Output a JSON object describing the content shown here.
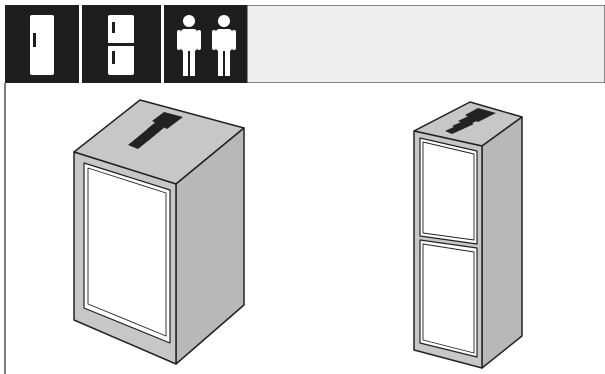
{
  "header": {
    "icons": [
      {
        "name": "single-door-fridge-icon"
      },
      {
        "name": "two-door-fridge-icon"
      },
      {
        "name": "two-persons-icon"
      }
    ],
    "colors": {
      "bar": "#1e1e1e",
      "panel": "#eeeeee",
      "divider": "#ffffff"
    }
  },
  "illustration": {
    "appliances": [
      {
        "name": "single-door-cabinet",
        "doors": 1,
        "arrow": "up"
      },
      {
        "name": "two-door-cabinet",
        "doors": 2,
        "arrow": "up"
      }
    ],
    "colors": {
      "cabinet": "#c7c7c7",
      "cabinet_side": "#b2b2b2",
      "door": "#ffffff",
      "outline": "#222222",
      "arrow": "#222222"
    }
  }
}
